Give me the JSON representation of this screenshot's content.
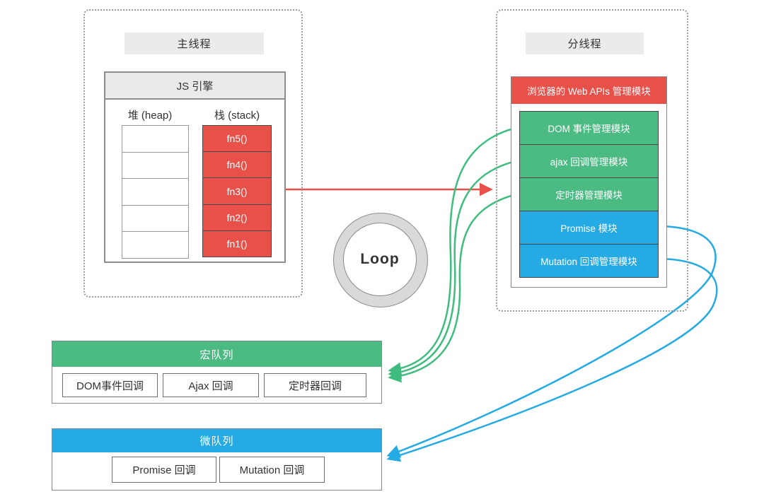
{
  "main_thread": {
    "title": "主线程",
    "js_engine": {
      "title": "JS 引擎",
      "heap_label": "堆 (heap)",
      "stack_label": "栈 (stack)",
      "heap_cell_count": 5,
      "stack_items": [
        "fn5()",
        "fn4()",
        "fn3()",
        "fn2()",
        "fn1()"
      ]
    }
  },
  "loop": {
    "label": "Loop"
  },
  "worker_thread": {
    "title": "分线程",
    "web_apis": {
      "title": "浏览器的 Web APIs 管理模块",
      "modules": [
        {
          "label": "DOM 事件管理模块",
          "type": "green"
        },
        {
          "label": "ajax 回调管理模块",
          "type": "green"
        },
        {
          "label": "定时器管理模块",
          "type": "green"
        },
        {
          "label": "Promise 模块",
          "type": "blue"
        },
        {
          "label": "Mutation 回调管理模块",
          "type": "blue"
        }
      ]
    }
  },
  "macro_queue": {
    "title": "宏队列",
    "items": [
      "DOM事件回调",
      "Ajax 回调",
      "定时器回调"
    ]
  },
  "micro_queue": {
    "title": "微队列",
    "items": [
      "Promise 回调",
      "Mutation 回调"
    ]
  },
  "connections": [
    {
      "from": "fn3()",
      "to": "浏览器的 Web APIs 管理模块",
      "color": "red"
    },
    {
      "from": "DOM 事件管理模块",
      "to": "宏队列",
      "color": "green"
    },
    {
      "from": "ajax 回调管理模块",
      "to": "宏队列",
      "color": "green"
    },
    {
      "from": "定时器管理模块",
      "to": "宏队列",
      "color": "green"
    },
    {
      "from": "Promise 模块",
      "to": "微队列",
      "color": "blue"
    },
    {
      "from": "Mutation 回调管理模块",
      "to": "微队列",
      "color": "blue"
    }
  ],
  "colors": {
    "red": "#e8514a",
    "green": "#4bba83",
    "green_curve": "#3ebd7e",
    "blue": "#25aae3",
    "label_bg": "#ebebeb",
    "ring_gray": "#d9d9d9"
  }
}
